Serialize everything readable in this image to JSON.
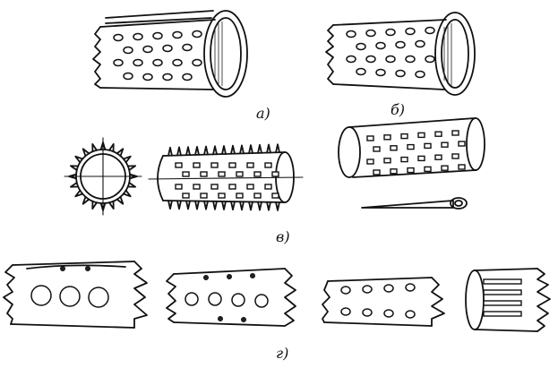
{
  "figure": {
    "labels": {
      "a": "а)",
      "b": "б)",
      "v": "в)",
      "g": "г)"
    }
  }
}
